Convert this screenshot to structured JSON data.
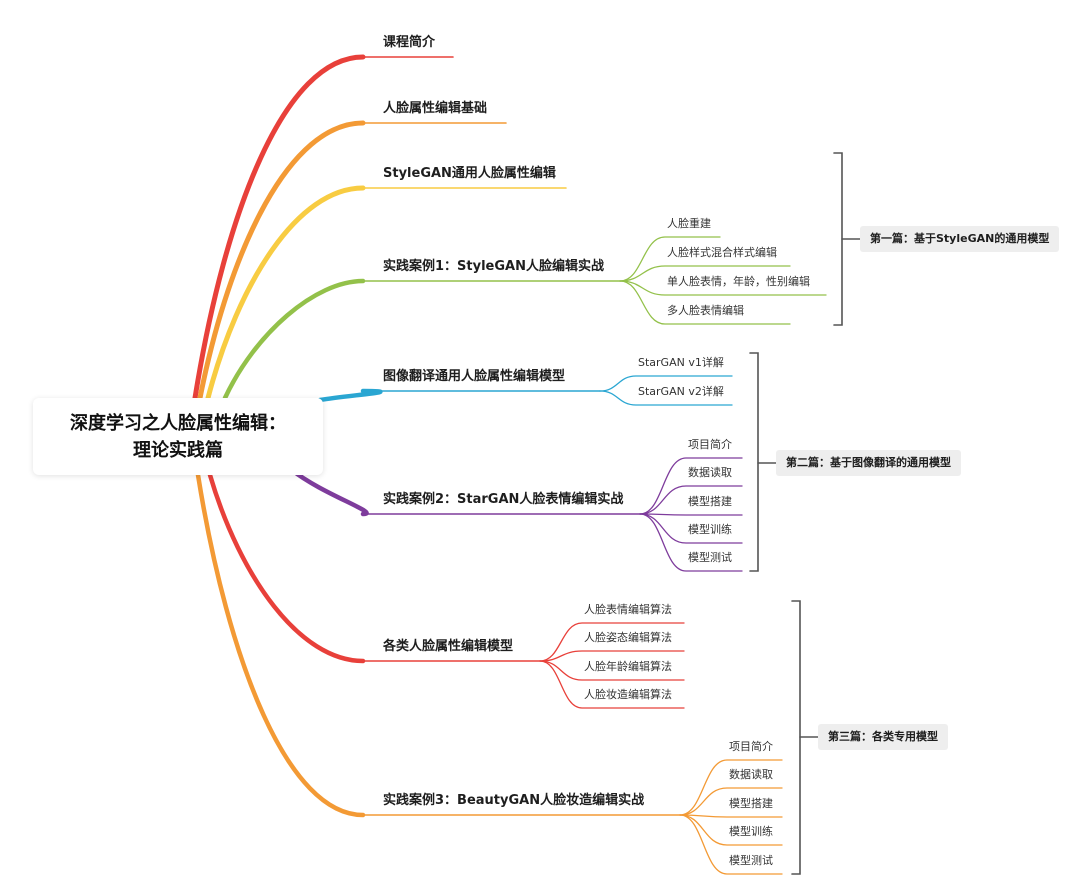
{
  "title": {
    "line1": "深度学习之人脸属性编辑：",
    "line2": "理论实践篇"
  },
  "branches": [
    {
      "label": "课程简介",
      "color": "#e8403a"
    },
    {
      "label": "人脸属性编辑基础",
      "color": "#f39a35"
    },
    {
      "label": "StyleGAN通用人脸属性编辑",
      "color": "#f8cc42"
    },
    {
      "label": "实践案例1：StyleGAN人脸编辑实战",
      "color": "#93c14a",
      "children": [
        "人脸重建",
        "人脸样式混合样式编辑",
        "单人脸表情，年龄，性别编辑",
        "多人脸表情编辑"
      ]
    },
    {
      "label": "图像翻译通用人脸属性编辑模型",
      "color": "#2aa6d2",
      "children": [
        "StarGAN v1详解",
        "StarGAN v2详解"
      ]
    },
    {
      "label": "实践案例2：StarGAN人脸表情编辑实战",
      "color": "#7e3c9c",
      "children": [
        "项目简介",
        "数据读取",
        "模型搭建",
        "模型训练",
        "模型测试"
      ]
    },
    {
      "label": "各类人脸属性编辑模型",
      "color": "#e8403a",
      "children": [
        "人脸表情编辑算法",
        "人脸姿态编辑算法",
        "人脸年龄编辑算法",
        "人脸妆造编辑算法"
      ]
    },
    {
      "label": "实践案例3：BeautyGAN人脸妆造编辑实战",
      "color": "#f39a35",
      "children": [
        "项目简介",
        "数据读取",
        "模型搭建",
        "模型训练",
        "模型测试"
      ]
    }
  ],
  "parts": [
    {
      "label": "第一篇：基于StyleGAN的通用模型"
    },
    {
      "label": "第二篇：基于图像翻译的通用模型"
    },
    {
      "label": "第三篇：各类专用模型"
    }
  ]
}
